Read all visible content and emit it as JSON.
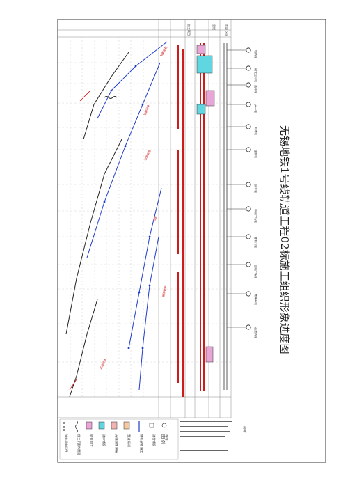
{
  "title": "无锡地铁1号线轨道工程02标施工组织形象进度图",
  "legend": {
    "heading": "图 例",
    "items": [
      {
        "label": "铺轨机车运行",
        "icon": "track-icon"
      },
      {
        "label": "施工平面布置图",
        "icon": "wavy-line-icon"
      },
      {
        "label": "轨排 加工",
        "icon": "pink-hatch-icon"
      },
      {
        "label": "道床铺设",
        "icon": "cyan-hatch-icon"
      },
      {
        "label": "无缝线路 焊接",
        "icon": "red-hatch-icon"
      },
      {
        "label": "整道 精调",
        "icon": "orange-hatch-icon"
      },
      {
        "label": "铺轨基地 施工",
        "icon": "blue-line-icon"
      },
      {
        "label": "道岔铺设",
        "icon": "square-icon"
      },
      {
        "label": "车站",
        "icon": "circle-icon"
      }
    ]
  },
  "stations": [
    "堰桥站",
    "锡北运河站",
    "西漳站",
    "天一站",
    "刘潭站",
    "庄前站",
    "民丰站",
    "市民广场站",
    "胜利门站",
    "三阳广场站",
    "南禅寺站",
    "谈渡桥站"
  ],
  "columns": {
    "left_header": "施工项目",
    "right_header": "车站 区间",
    "mileage_header": "里程"
  },
  "annotations": [
    "隧道铺轨",
    "单线铺轨",
    "整体道床",
    "道岔",
    "无缝线路",
    "联调联试"
  ],
  "notes_heading": "说明：",
  "colors": {
    "accent_blue": "#1f3cc9",
    "accent_red": "#d11a1a",
    "cyan": "#5fd6e0",
    "pink": "#e8a6d6",
    "grid": "#9a9a9a",
    "text": "#333333"
  }
}
